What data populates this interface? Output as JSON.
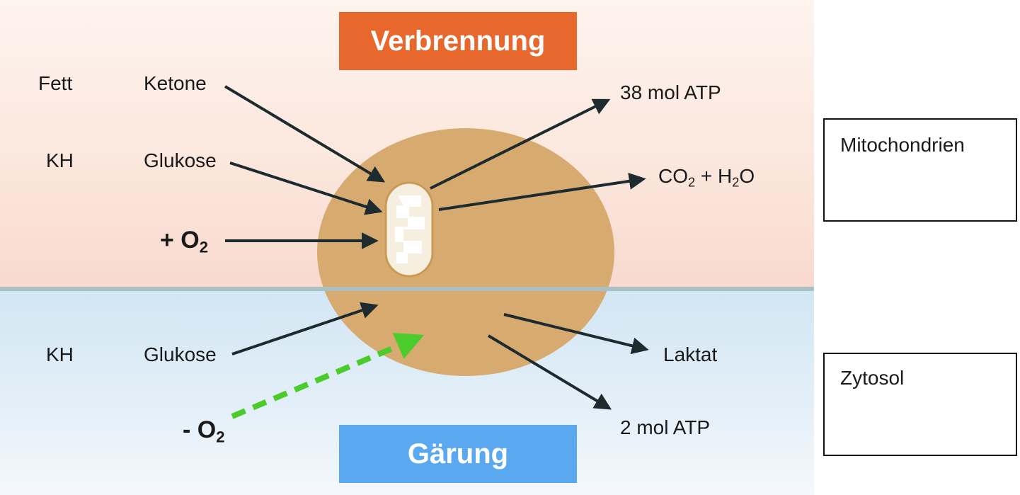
{
  "banners": {
    "top": "Verbrennung",
    "bottom": "Gärung"
  },
  "left_labels": {
    "fett": "Fett",
    "kh_top": "KH",
    "kh_bottom": "KH"
  },
  "inputs": {
    "ketone": "Ketone",
    "glukose_top": "Glukose",
    "glukose_bottom": "Glukose"
  },
  "oxygen": {
    "plus_prefix": "+ O",
    "plus_sub": "2",
    "minus_prefix": "- O",
    "minus_sub": "2"
  },
  "outputs": {
    "atp_38": "38 mol ATP",
    "co2_a": "CO",
    "co2_sub": "2",
    "co2_mid": " + H",
    "h2o_sub": "2",
    "co2_end": "O",
    "laktat": "Laktat",
    "atp_2": "2 mol ATP"
  },
  "legend": {
    "mitochondrien": "Mitochondrien",
    "zytosol": "Zytosol"
  },
  "colors": {
    "banner_top": "#e8672d",
    "banner_bottom": "#5aa8f0",
    "cell": "#d7ab70",
    "mitochondrion": "#f6eedf",
    "arrow": "#1d2a2e",
    "anaerobic_arrow": "#4ccc2c"
  }
}
